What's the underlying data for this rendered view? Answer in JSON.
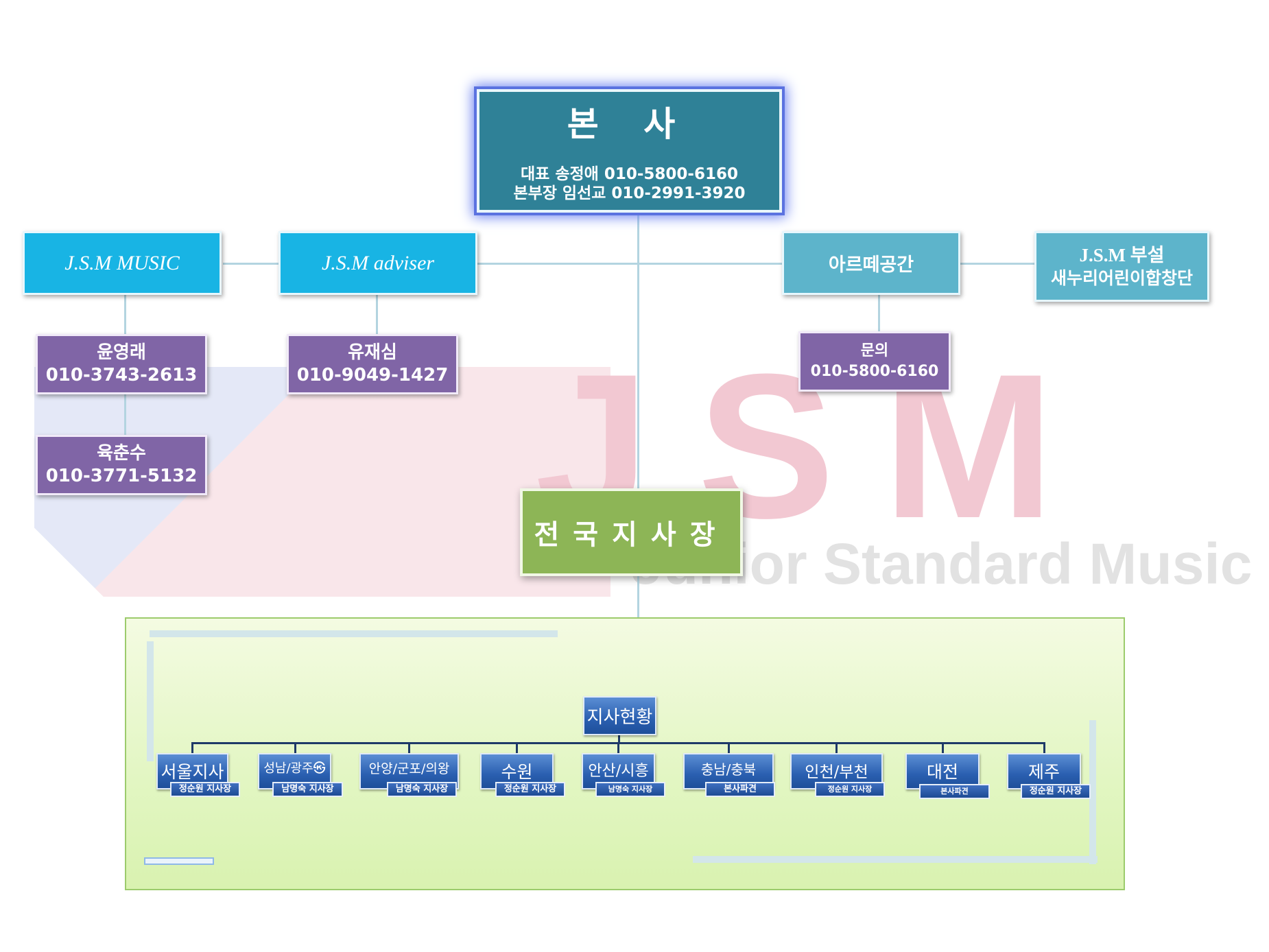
{
  "watermark": {
    "letters": "JSM",
    "tagline": "Junior Standard Music"
  },
  "headquarters": {
    "title": "본 사",
    "ceo": "대표 송정애 010-5800-6160",
    "director": "본부장 임선교 010-2991-3920"
  },
  "divisions": {
    "jsm_music": "J.S.M MUSIC",
    "jsm_adviser": "J.S.M adviser",
    "arte_space": "아르떼공간",
    "choir_line1": "J.S.M 부설",
    "choir_line2": "새누리어린이합창단"
  },
  "contacts": {
    "music_1_name": "윤영래",
    "music_1_phone": "010-3743-2613",
    "music_2_name": "육춘수",
    "music_2_phone": "010-3771-5132",
    "adviser_name": "유재심",
    "adviser_phone": "010-9049-1427",
    "arte_label": "문의",
    "arte_phone": "010-5800-6160"
  },
  "national": {
    "title": "전국지사장"
  },
  "branches": {
    "root": "지사현황",
    "items": [
      {
        "name": "서울지사",
        "manager": "정순원 지사장"
      },
      {
        "name": "성남/광주㉿",
        "manager": "남명숙 지사장"
      },
      {
        "name": "안양/군포/의왕",
        "manager": "남명숙 지사장"
      },
      {
        "name": "수원",
        "manager": "정순원 지사장"
      },
      {
        "name": "안산/시흥",
        "manager": "남명숙 지사장"
      },
      {
        "name": "충남/충북",
        "manager": "본사파견"
      },
      {
        "name": "인천/부천",
        "manager": "정순원 지사장"
      },
      {
        "name": "대전",
        "manager": "본사파견"
      },
      {
        "name": "제주",
        "manager": "정순원 지사장"
      }
    ]
  }
}
